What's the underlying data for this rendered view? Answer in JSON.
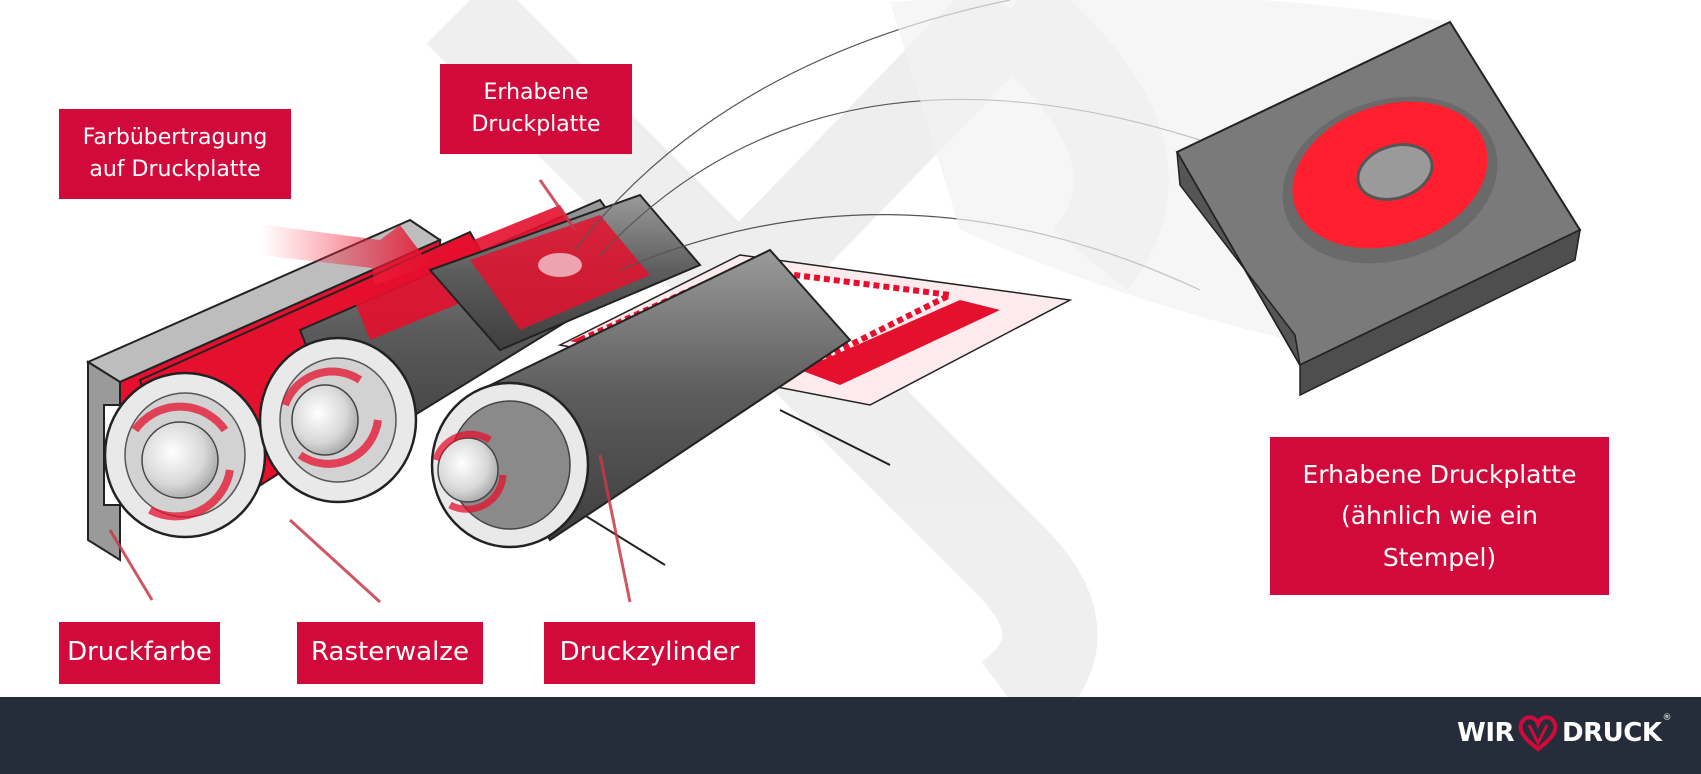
{
  "labels": {
    "ink_transfer": [
      "Farbübertragung",
      "auf Druckplatte"
    ],
    "raised_plate_top": [
      "Erhabene",
      "Druckplatte"
    ],
    "ink": "Druckfarbe",
    "anilox_roller": "Rasterwalze",
    "impression_cylinder": "Druckzylinder",
    "raised_plate_detail": [
      "Erhabene Druckplatte",
      "(ähnlich wie ein",
      "Stempel)"
    ]
  },
  "logo": {
    "left": "WIR",
    "right": "DRUCK",
    "mark": "®"
  },
  "colors": {
    "accent": "#d20a3c",
    "footer": "#252d3b",
    "roller": "#6b6b6b",
    "ink_red": "#ff1f2f"
  }
}
